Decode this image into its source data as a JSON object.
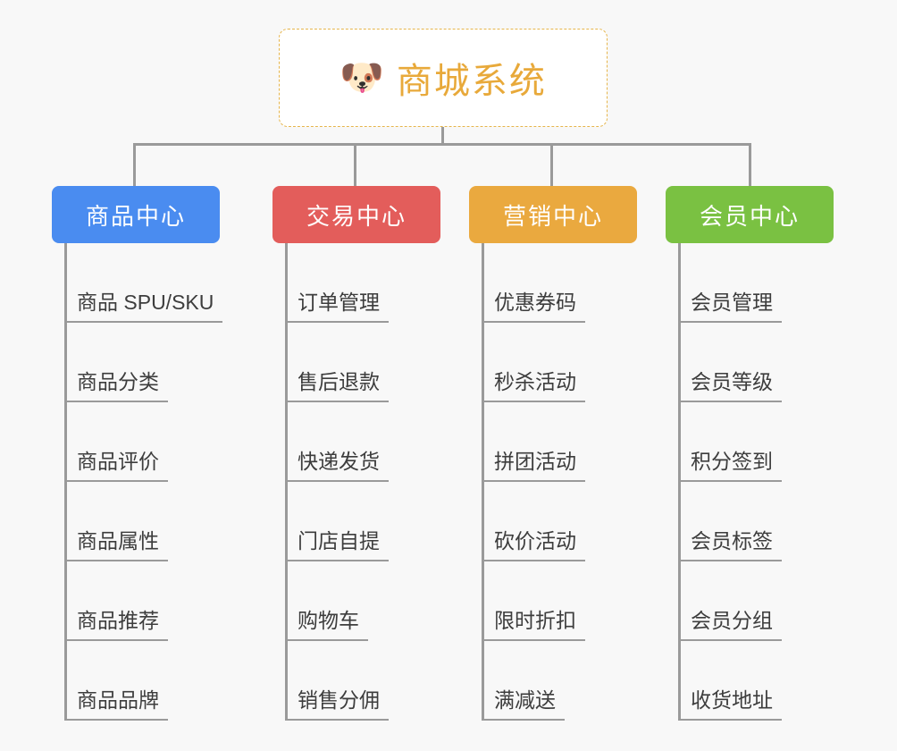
{
  "diagram": {
    "type": "mind-map",
    "background": "#f8f8f8",
    "root": {
      "label": "商城系统",
      "icon": "shiba-dog-emoji",
      "icon_glyph": "🐶",
      "text_color": "#e8a93a",
      "border_color": "#e6b54b",
      "fill": "#ffffff"
    },
    "connector_color": "#9a9a9a",
    "branches": [
      {
        "label": "商品中心",
        "color": "#4a8cf0",
        "items": [
          "商品 SPU/SKU",
          "商品分类",
          "商品评价",
          "商品属性",
          "商品推荐",
          "商品品牌"
        ]
      },
      {
        "label": "交易中心",
        "color": "#e35d5b",
        "items": [
          "订单管理",
          "售后退款",
          "快递发货",
          "门店自提",
          "购物车",
          "销售分佣"
        ]
      },
      {
        "label": "营销中心",
        "color": "#eaa93f",
        "items": [
          "优惠券码",
          "秒杀活动",
          "拼团活动",
          "砍价活动",
          "限时折扣",
          "满减送"
        ]
      },
      {
        "label": "会员中心",
        "color": "#7ac142",
        "items": [
          "会员管理",
          "会员等级",
          "积分签到",
          "会员标签",
          "会员分组",
          "收货地址"
        ]
      }
    ]
  }
}
